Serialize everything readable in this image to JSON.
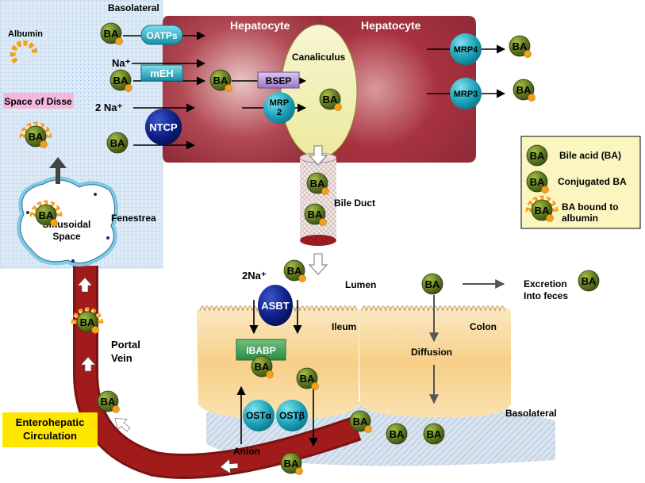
{
  "labels": {
    "basolateral_top": "Basolateral",
    "hepatocyte_left": "Hepatocyte",
    "hepatocyte_right": "Hepatocyte",
    "albumin": "Albumin",
    "space_of_disse": "Space of Disse",
    "canaliculus": "Canaliculus",
    "bile_duct": "Bile Duct",
    "fenestrea": "Fenestrea",
    "sinusoidal_space": "Sinusoidal Space",
    "portal_vein": "Portal Vein",
    "enterohepatic": "Enterohepatic Circulation",
    "lumen": "Lumen",
    "ileum": "Ileum",
    "colon": "Colon",
    "diffusion": "Diffusion",
    "excretion": "Excretion Into feces",
    "basolateral_bottom": "Basolateral",
    "anion": "Anion",
    "na": "Na⁺",
    "two_na": "2 Na⁺",
    "two_na_ileum": "2Na⁺",
    "ba": "BA"
  },
  "transporters": {
    "oatps": "OATPs",
    "meh": "mEH",
    "ntcp": "NTCP",
    "bsep": "BSEP",
    "mrp2": "MRP 2",
    "mrp4": "MRP4",
    "mrp3": "MRP3",
    "asbt": "ASBT",
    "ibabp": "IBABP",
    "osta": "OSTα",
    "ostb": "OSTβ"
  },
  "legend": {
    "items": [
      {
        "label": "Bile acid (BA)",
        "kind": "plain"
      },
      {
        "label": "Conjugated BA",
        "kind": "conjugated"
      },
      {
        "label": "BA bound to albumin",
        "kind": "albumin"
      }
    ]
  },
  "colors": {
    "hepatocyte": "#a8323f",
    "canaliculus": "#f4f2b0",
    "ba_fill": "#556b1e",
    "conjugate_dot": "#f5a01a",
    "transporter_teal": "#1aa0b8",
    "transporter_navy": "#0a1a6e",
    "portal_vein": "#8a1a1a",
    "space_of_disse_bg": "#dbe9f7",
    "legend_bg": "#fbf6c0",
    "enterohepatic_bg": "#ffe600",
    "ileum": "#f7cf88"
  }
}
